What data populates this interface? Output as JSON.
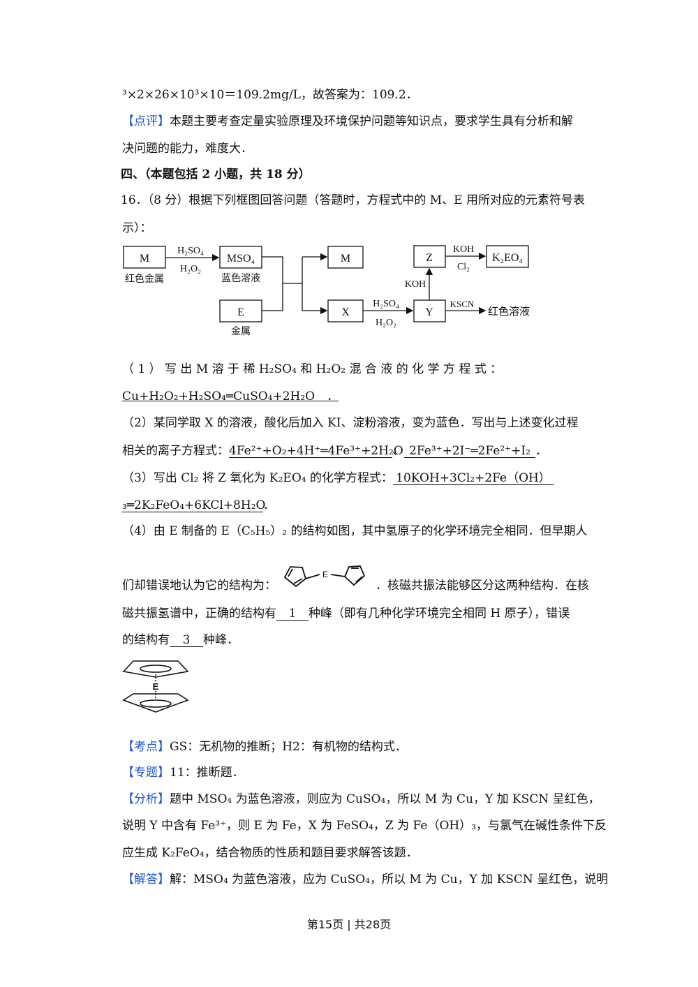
{
  "prev_solution": {
    "calc_tail": "³×2×26×10³×10＝109.2mg/L，故答案为：109.2．"
  },
  "comment": {
    "tag": "【点评】",
    "line1": "本题主要考查定量实验原理及环境保护问题等知识点，要求学生具有分析和解",
    "line2": "决问题的能力，难度大．"
  },
  "section": {
    "title": "四、（本题包括 2 小题，共 18 分）"
  },
  "question16": {
    "line1": "16．（8 分）根据下列框图回答问题（答题时，方程式中的 M、E 用所对应的元素符号表",
    "line2": "示）：",
    "diagram": {
      "box_m": "M",
      "label_red_metal": "红色金属",
      "reagent1_top": "H₂SO₄",
      "reagent1_bottom": "H₂O₂",
      "box_mso4": "MSO₄",
      "label_blue_sol": "蓝色溶液",
      "box_e": "E",
      "label_metal": "金属",
      "box_m2": "M",
      "box_x": "X",
      "reagent2_top": "H₂SO₄",
      "reagent2_bottom": "H₂O₂",
      "box_y": "Y",
      "reagent_koh": "KOH",
      "box_z": "Z",
      "reagent3_top": "KOH",
      "reagent3_bottom": "Cl₂",
      "box_k2eo4": "K₂EO₄",
      "reagent_kscn": "KSCN",
      "label_red_sol": "红色溶液"
    },
    "p1": {
      "prefix": "（ 1 ） 写 出 M 溶 于 稀 H₂SO₄ 和 H₂O₂ 混 合 液 的 化 学 方 程 式 ：",
      "answer": "Cu+H₂O₂+H₂SO₄═CuSO₄+2H₂O　．"
    },
    "p2": {
      "line1": "（2）某同学取 X 的溶液，酸化后加入 KI、淀粉溶液，变为蓝色．写出与上述变化过程",
      "prefix": "相关的离子方程式：",
      "ans1": "4Fe²⁺+O₂+4H⁺═4Fe³⁺+2H₂O",
      "sep": "、",
      "ans2": "2Fe³⁺+2I⁻═2Fe²⁺+I₂",
      "end": "．"
    },
    "p3": {
      "prefix": "（3）写出 Cl₂ 将 Z 氧化为 K₂EO₄ 的化学方程式：",
      "ans_a": "10KOH+3Cl₂+2Fe（OH）",
      "ans_b": "₃═2K₂FeO₄+6KCl+8H₂O",
      "end": "．"
    },
    "p4": {
      "line1": "（4）由 E 制备的 E（C₅H₅）₂ 的结构如图，其中氢原子的化学环境完全相同．但早期人",
      "line2a": "们却错误地认为它的结构为：",
      "line2b": "．核磁共振法能够区分这两种结构．在核",
      "line3a": "磁共振氢谱中，正确的结构有",
      "ans1": "1",
      "line3b": "种峰（即有几种化学环境完全相同 H 原子），错误",
      "line4a": "的结构有",
      "ans2": "3",
      "line4b": "种峰．",
      "struct_label": "E"
    }
  },
  "kaodian": {
    "tag": "【考点】",
    "text": "GS：无机物的推断；H2：有机物的结构式．"
  },
  "zhuanti": {
    "tag": "【专题】",
    "text": "11：推断题．"
  },
  "fenxi": {
    "tag": "【分析】",
    "line1": "题中 MSO₄ 为蓝色溶液，则应为 CuSO₄，所以 M 为 Cu，Y 加 KSCN 呈红色，",
    "line2": "说明 Y 中含有 Fe³⁺，则 E 为 Fe，X 为 FeSO₄，Z 为 Fe（OH）₃，与氯气在碱性条件下反",
    "line3": "应生成 K₂FeO₄，结合物质的性质和题目要求解答该题．"
  },
  "jieda": {
    "tag": "【解答】",
    "line1": "解：MSO₄ 为蓝色溶液，应为 CuSO₄，所以 M 为 Cu，Y 加 KSCN 呈红色，说明"
  },
  "footer": {
    "text": "第15页 | 共28页"
  }
}
